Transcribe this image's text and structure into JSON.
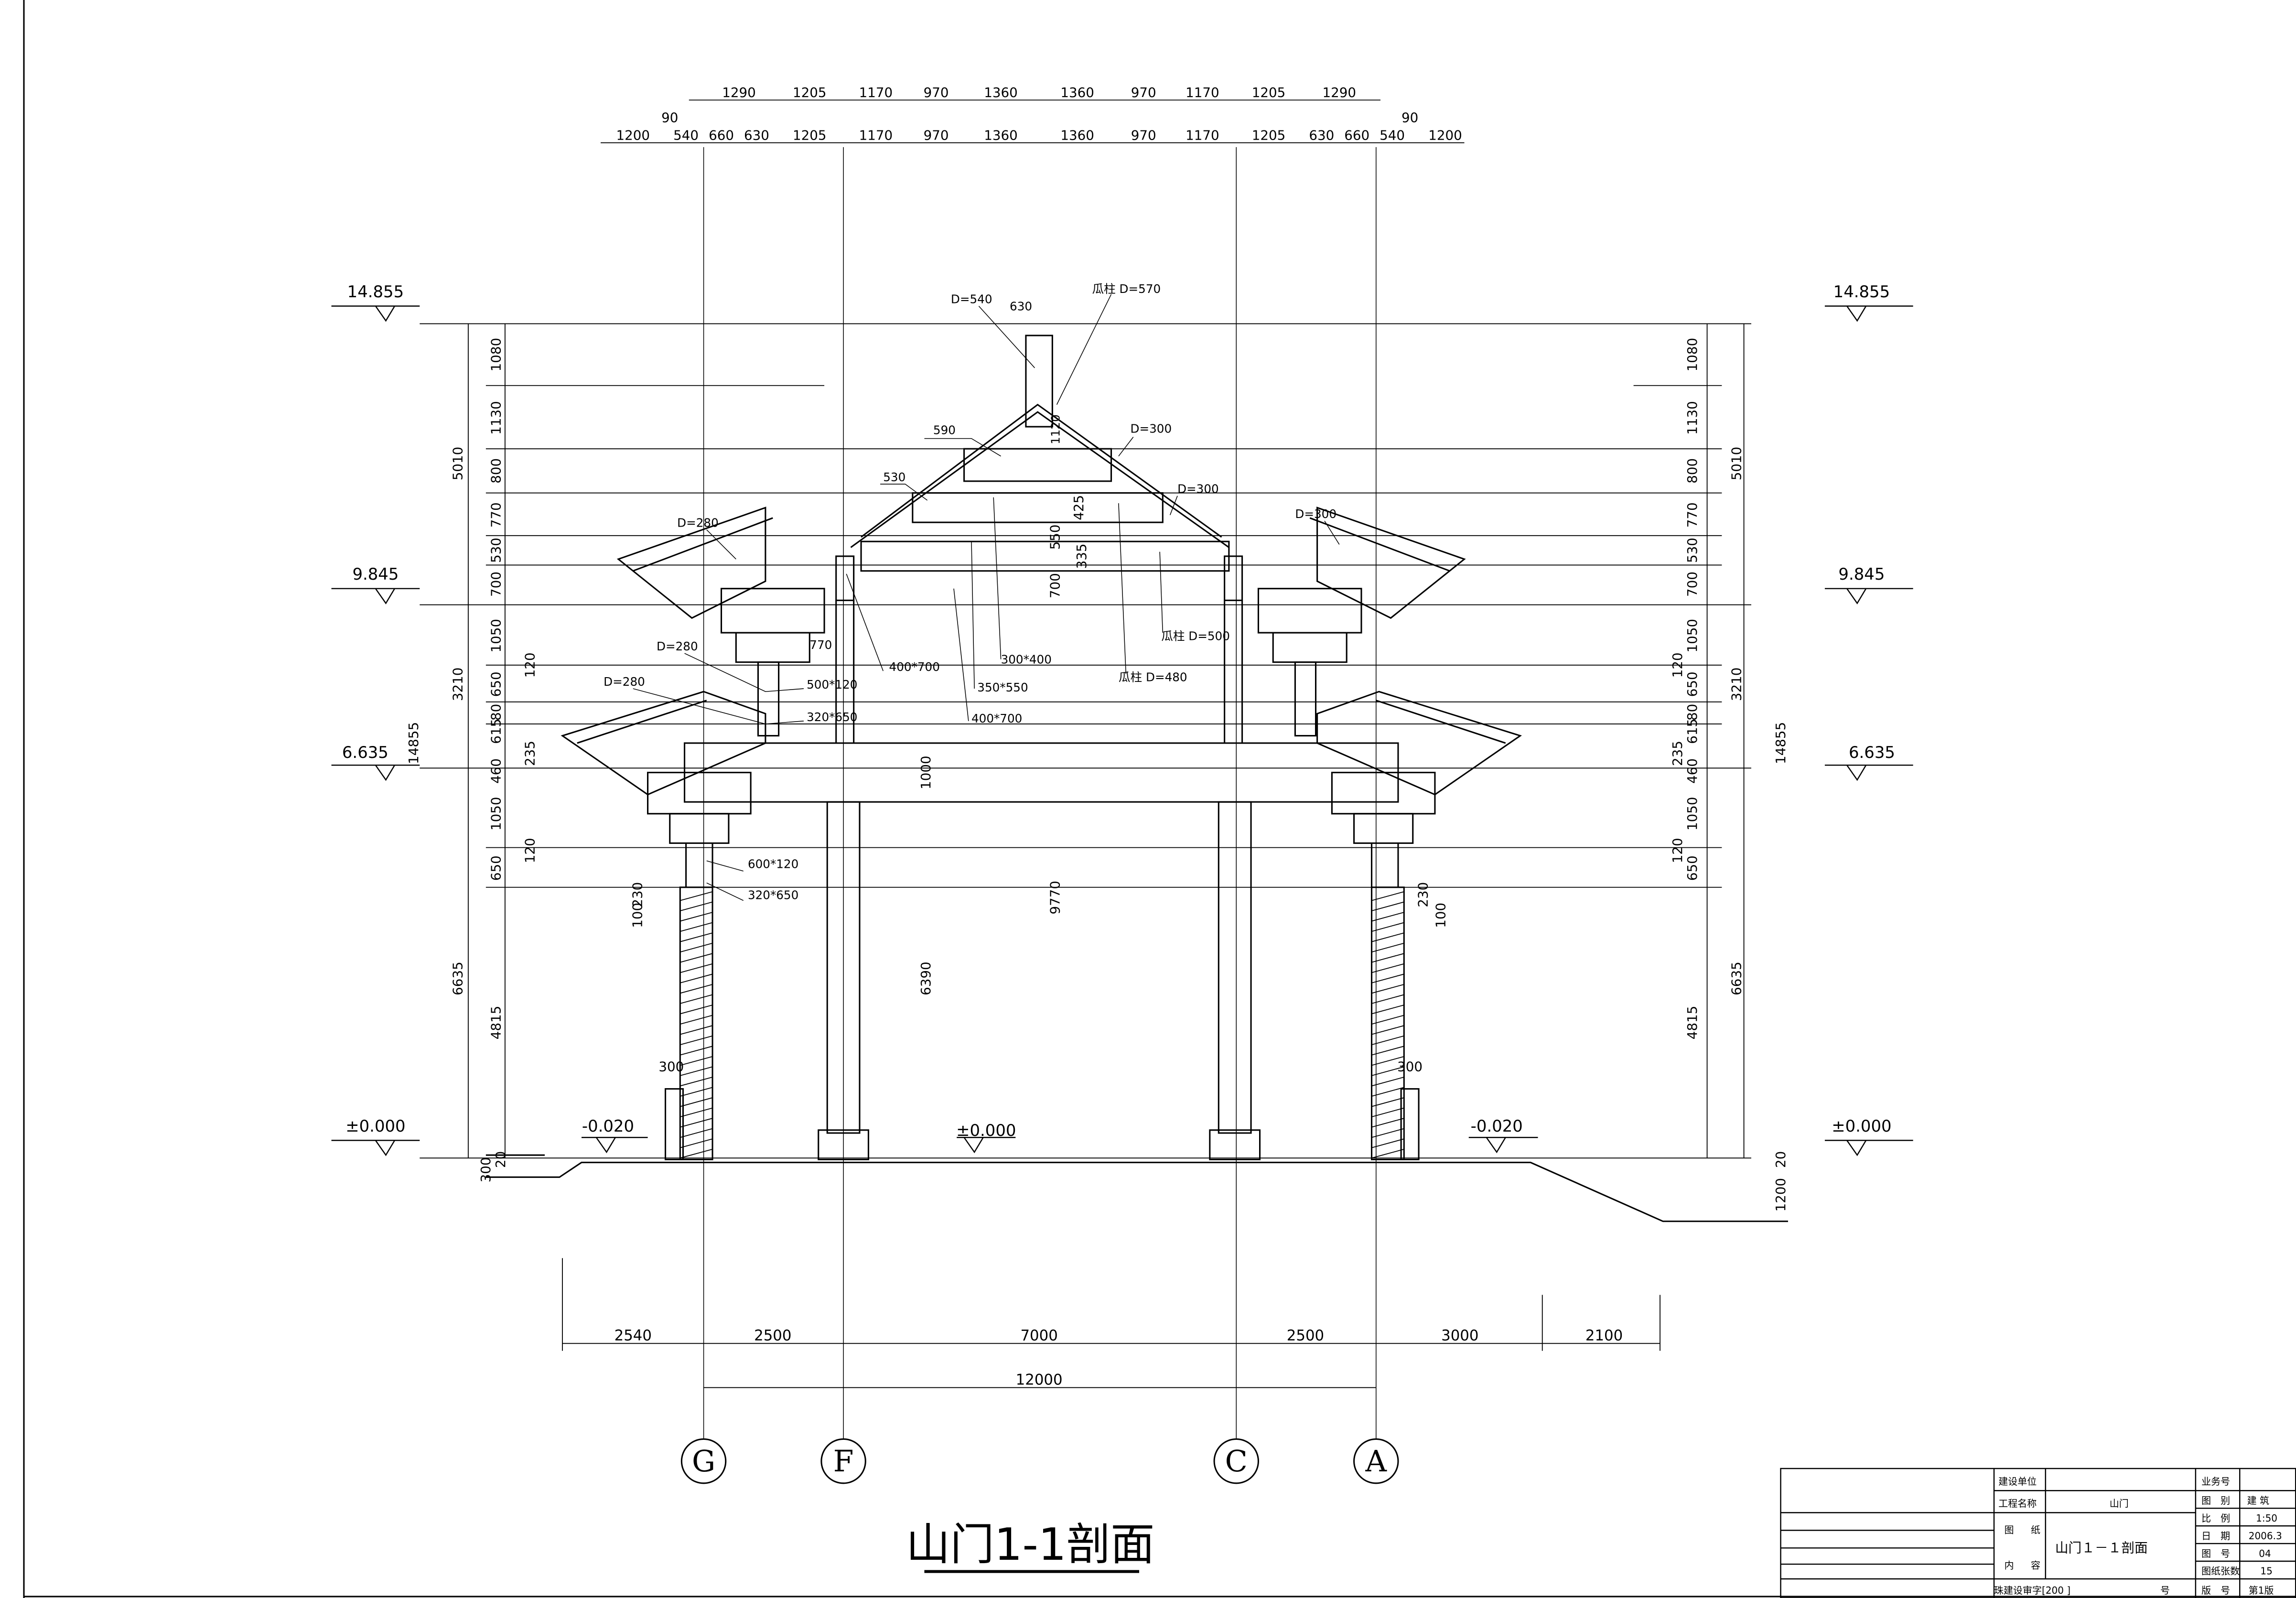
{
  "drawing": {
    "title": "山门1-1剖面",
    "top_dims_row1": [
      "1290",
      "1205",
      "1170",
      "970",
      "1360",
      "1360",
      "970",
      "1170",
      "1205",
      "1290"
    ],
    "top_dims_row2": [
      "1200",
      "540",
      "660",
      "630",
      "1205",
      "1170",
      "970",
      "1360",
      "1360",
      "970",
      "1170",
      "1205",
      "630",
      "660",
      "540",
      "1200"
    ],
    "top_small": [
      "90",
      "90"
    ],
    "elevations": {
      "left": [
        "14.855",
        "9.845",
        "6.635",
        "±0.000"
      ],
      "right": [
        "14.855",
        "9.845",
        "6.635",
        "±0.000"
      ],
      "ground_left": "-0.020",
      "ground_right": "-0.020",
      "center": "±0.000"
    },
    "left_dims": [
      "1080",
      "1130",
      "800",
      "770",
      "530",
      "700",
      "1050",
      "650",
      "80",
      "615",
      "460",
      "1050",
      "650",
      "4815"
    ],
    "left_totals": [
      "5010",
      "3210",
      "6635",
      "14855"
    ],
    "left_small": [
      "120",
      "235",
      "120",
      "300",
      "20"
    ],
    "right_dims": [
      "1080",
      "1130",
      "800",
      "770",
      "530",
      "700",
      "1050",
      "650",
      "80",
      "615",
      "460",
      "1050",
      "650",
      "4815"
    ],
    "right_totals": [
      "5010",
      "3210",
      "6635",
      "14855"
    ],
    "right_small": [
      "120",
      "235",
      "120",
      "20",
      "1200"
    ],
    "inner_dims": [
      "425",
      "550",
      "335",
      "700",
      "1000",
      "9770",
      "6390",
      "100",
      "230",
      "100",
      "230",
      "300",
      "300"
    ],
    "annotations": [
      "D=540",
      "630",
      "瓜柱 D=570",
      "590",
      "D=300",
      "530",
      "1120",
      "D=300",
      "D=280",
      "D=300",
      "400*700",
      "300*400",
      "350*550",
      "770",
      "500*120",
      "320*650",
      "400*700",
      "瓜柱 D=500",
      "瓜柱 D=480",
      "D=280",
      "D=280",
      "600*120",
      "320*650"
    ],
    "bottom_dims": [
      "2540",
      "2500",
      "7000",
      "2500",
      "3000",
      "2100"
    ],
    "bottom_total": "12000",
    "axes": [
      "G",
      "F",
      "C",
      "A"
    ]
  },
  "title_block": {
    "unit_label": "建设单位",
    "project_label": "工程名称",
    "drawing_label_a": "图",
    "drawing_label_b": "纸",
    "content_label_a": "内",
    "content_label_b": "容",
    "project_name": "山门",
    "drawing_name": "山门１－１剖面",
    "approval": "珠建设审字[200 ]",
    "approval_suffix": "号",
    "rows": [
      {
        "k": "业务号",
        "v": ""
      },
      {
        "k": "图　别",
        "v": "建 筑"
      },
      {
        "k": "比　例",
        "v": "1:50"
      },
      {
        "k": "日　期",
        "v": "2006.3"
      },
      {
        "k": "图　号",
        "v": "04"
      },
      {
        "k": "图纸张数",
        "v": "15"
      },
      {
        "k": "版　号",
        "v": "第1版"
      }
    ]
  }
}
